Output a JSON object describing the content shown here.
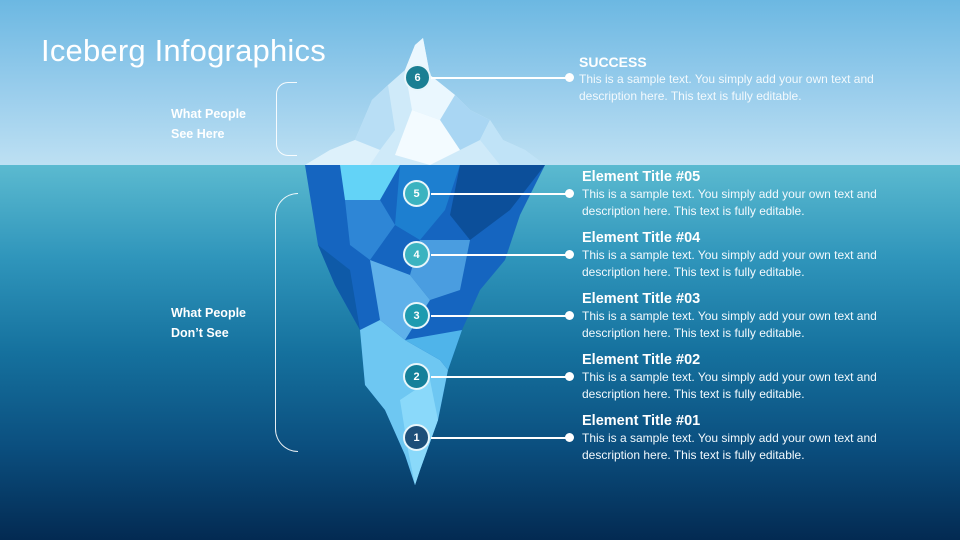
{
  "header": {
    "title": "Iceberg Infographics"
  },
  "labels": {
    "above": [
      "What People",
      "See Here"
    ],
    "below": [
      "What People",
      "Don’t See"
    ]
  },
  "colors": {
    "sky_top": "#6cb8e2",
    "sky_bottom": "#bde0f3",
    "sea_top": "#5bbad0",
    "sea_bottom": "#032a52",
    "badge_6": "#1a7f93",
    "badge_5": "#3bb3c0",
    "badge_4": "#3bb3c0",
    "badge_3": "#1e9bb0",
    "badge_2": "#14809a",
    "badge_1": "#1d4f79"
  },
  "items": [
    {
      "number": "6",
      "title": "SUCCESS",
      "desc_line1": "This is a sample text. You simply add your own text and",
      "desc_line2": "description here. This text is fully editable."
    },
    {
      "number": "5",
      "title": "Element Title #05",
      "desc_line1": "This is a sample text. You simply add your own text and",
      "desc_line2": "description here. This text is fully editable."
    },
    {
      "number": "4",
      "title": "Element Title #04",
      "desc_line1": "This is a sample text. You simply add your own text and",
      "desc_line2": "description here. This text is fully editable."
    },
    {
      "number": "3",
      "title": "Element Title #03",
      "desc_line1": "This is a sample text. You simply add your own text and",
      "desc_line2": "description here. This text is fully editable."
    },
    {
      "number": "2",
      "title": "Element Title #02",
      "desc_line1": "This is a sample text. You simply add your own text and",
      "desc_line2": "description here. This text is fully editable."
    },
    {
      "number": "1",
      "title": "Element Title #01",
      "desc_line1": "This is a sample text. You simply add your own text and",
      "desc_line2": "description here. This text is fully editable."
    }
  ]
}
